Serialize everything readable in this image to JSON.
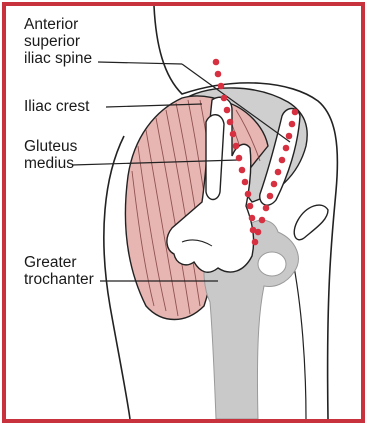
{
  "labels": {
    "asis": [
      "Anterior",
      "superior",
      "iliac spine"
    ],
    "iliac_crest": "Iliac crest",
    "gluteus_medius": [
      "Gluteus",
      "medius"
    ],
    "greater_trochanter": [
      "Greater",
      "trochanter"
    ]
  },
  "colors": {
    "frame": "#c8323c",
    "muscle": "#e7b6b2",
    "muscle_fiber": "#7a3a3a",
    "bone": "#c9c9c9",
    "dots": "#d63041"
  }
}
